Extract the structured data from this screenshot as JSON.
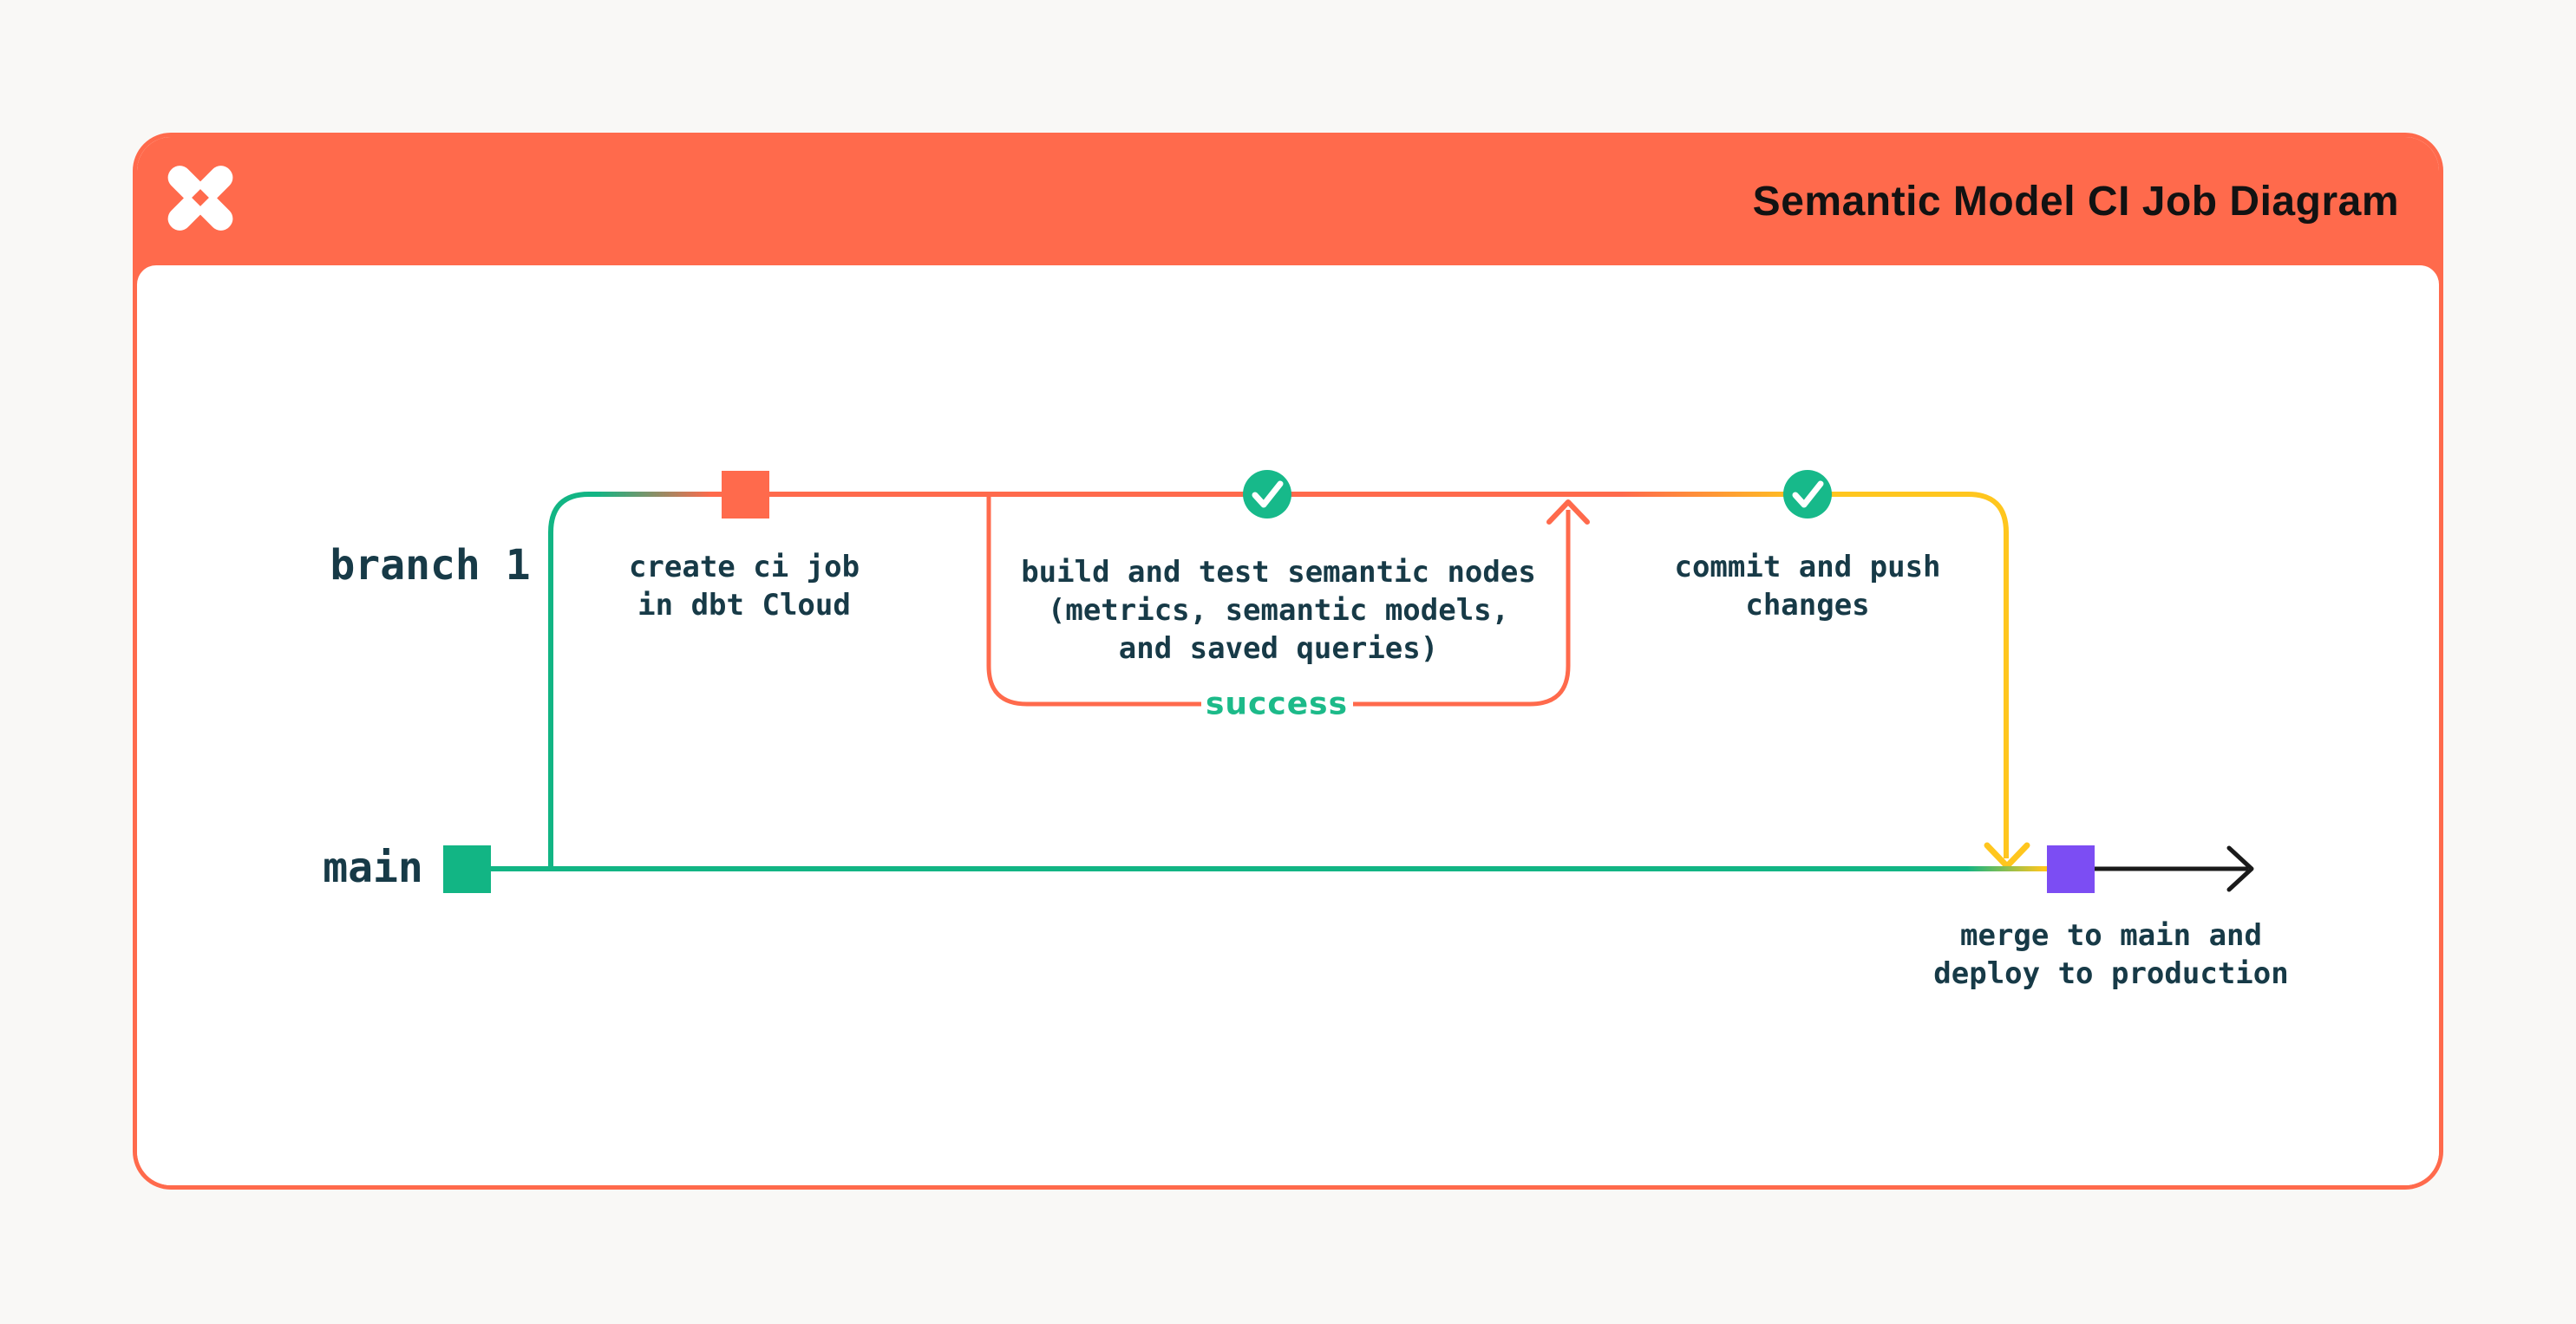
{
  "header": {
    "title": "Semantic Model CI Job Diagram",
    "logo": "dbt-logo"
  },
  "diagram": {
    "branch_label": "branch 1",
    "main_label": "main",
    "success_label": "success",
    "steps": {
      "create_ci": {
        "lines": [
          "create ci job",
          "in dbt Cloud"
        ]
      },
      "build_test": {
        "lines": [
          "build and test semantic nodes",
          "(metrics, semantic models,",
          "and saved queries)"
        ]
      },
      "commit_push": {
        "lines": [
          "commit and push",
          "changes"
        ]
      },
      "merge_deploy": {
        "lines": [
          "merge to main and",
          "deploy to production"
        ]
      }
    }
  },
  "colors": {
    "page_background": "#F9F8F6",
    "card_background": "#FFFFFF",
    "header_orange": "#FF6A4C",
    "line_green": "#12B584",
    "line_orange": "#FF6A4C",
    "line_yellow": "#FFC61E",
    "node_green": "#12B584",
    "node_orange": "#FF6A4C",
    "node_purple": "#7C4DF3",
    "check_green": "#17B98A",
    "success_green": "#1CBA89",
    "label_navy": "#173A47",
    "title_black": "#121212",
    "arrow_black": "#1A1A1A"
  }
}
